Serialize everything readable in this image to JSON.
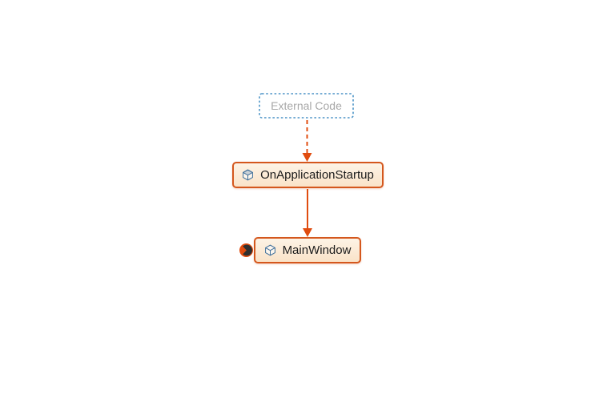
{
  "colors": {
    "canvas_bg": "#ffffff",
    "node_border": "#d4571d",
    "node_fill_top": "#fdf3e6",
    "node_fill_bottom": "#fae3c9",
    "node_text": "#1b1b1b",
    "connector": "#e04c0f",
    "external_border": "#4d94c7",
    "external_text": "#a8a8a8",
    "icon_blue": "#41719c",
    "badge_dark": "#2f2f2f"
  },
  "diagram": {
    "type": "code-map-call-graph",
    "nodes": [
      {
        "id": "external-code",
        "label": "External Code",
        "kind": "external-group"
      },
      {
        "id": "on-application-startup",
        "label": "OnApplicationStartup",
        "kind": "method",
        "icon": "cube-method-icon"
      },
      {
        "id": "main-window",
        "label": "MainWindow",
        "kind": "class",
        "icon": "cube-class-icon",
        "badge": "expand-children-indicator"
      }
    ],
    "edges": [
      {
        "from": "external-code",
        "to": "on-application-startup",
        "style": "dashed",
        "direction": "down"
      },
      {
        "from": "on-application-startup",
        "to": "main-window",
        "style": "solid",
        "direction": "down"
      }
    ]
  }
}
